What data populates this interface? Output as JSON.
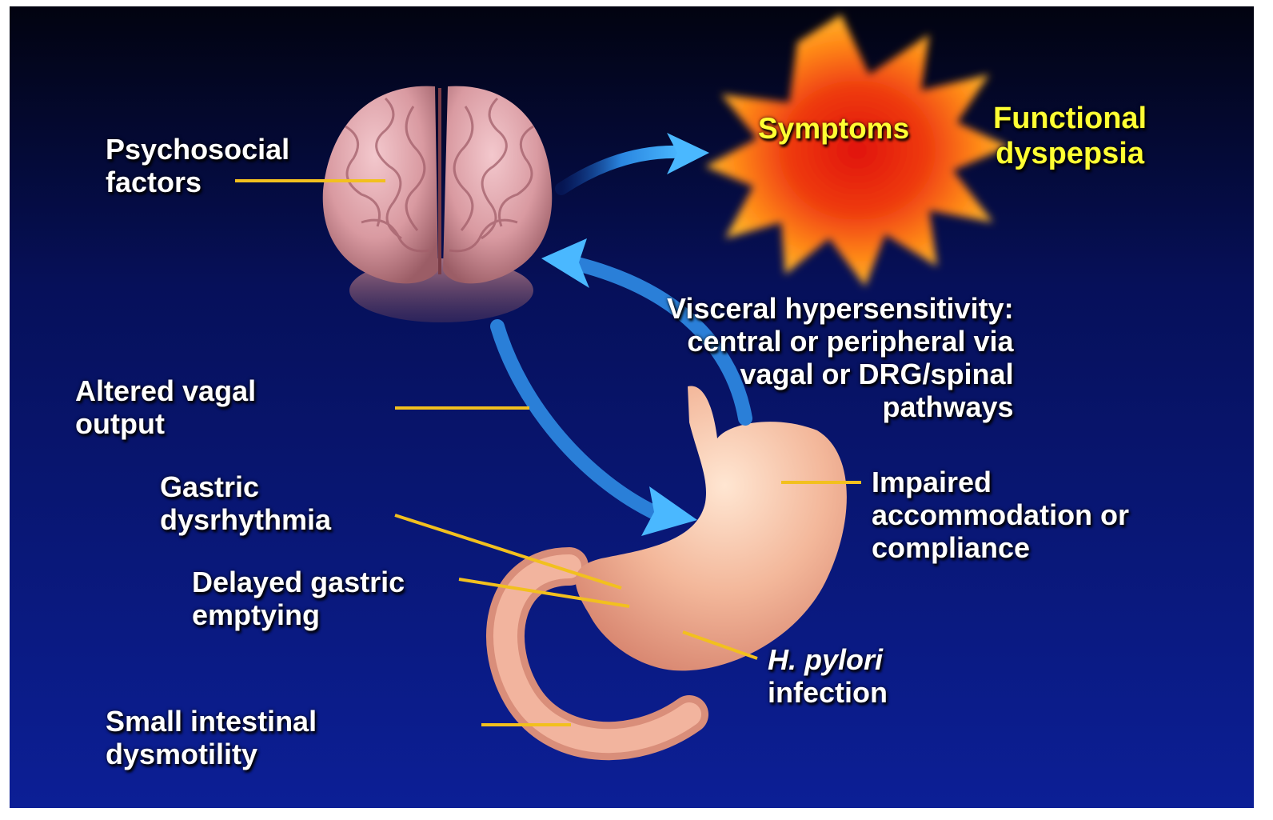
{
  "colors": {
    "background_top": "#020310",
    "background_bottom": "#0c1f96",
    "leader_line": "#f2c01e",
    "arrow": "#3aa8f0",
    "symptom_text": "#ffff33",
    "label_text": "#ffffff"
  },
  "burst": {
    "label": "Symptoms"
  },
  "title": {
    "line1": "Functional",
    "line2": "dyspepsia"
  },
  "labels": {
    "psychosocial": {
      "line1": "Psychosocial",
      "line2": "factors"
    },
    "visceral": {
      "line1": "Visceral hypersensitivity:",
      "line2": "central or peripheral via",
      "line3": "vagal or DRG/spinal",
      "line4": "pathways"
    },
    "vagal": {
      "line1": "Altered vagal",
      "line2": "output"
    },
    "dysrhythmia": {
      "line1": "Gastric",
      "line2": "dysrhythmia"
    },
    "emptying": {
      "line1": "Delayed gastric",
      "line2": "emptying"
    },
    "accommodation": {
      "line1": "Impaired",
      "line2": "accommodation or",
      "line3": "compliance"
    },
    "pylori": {
      "line1": "H. pylori",
      "line2": "infection"
    },
    "intestinal": {
      "line1": "Small intestinal",
      "line2": "dysmotility"
    }
  },
  "images": {
    "brain": "brain-illustration",
    "stomach": "stomach-illustration"
  }
}
